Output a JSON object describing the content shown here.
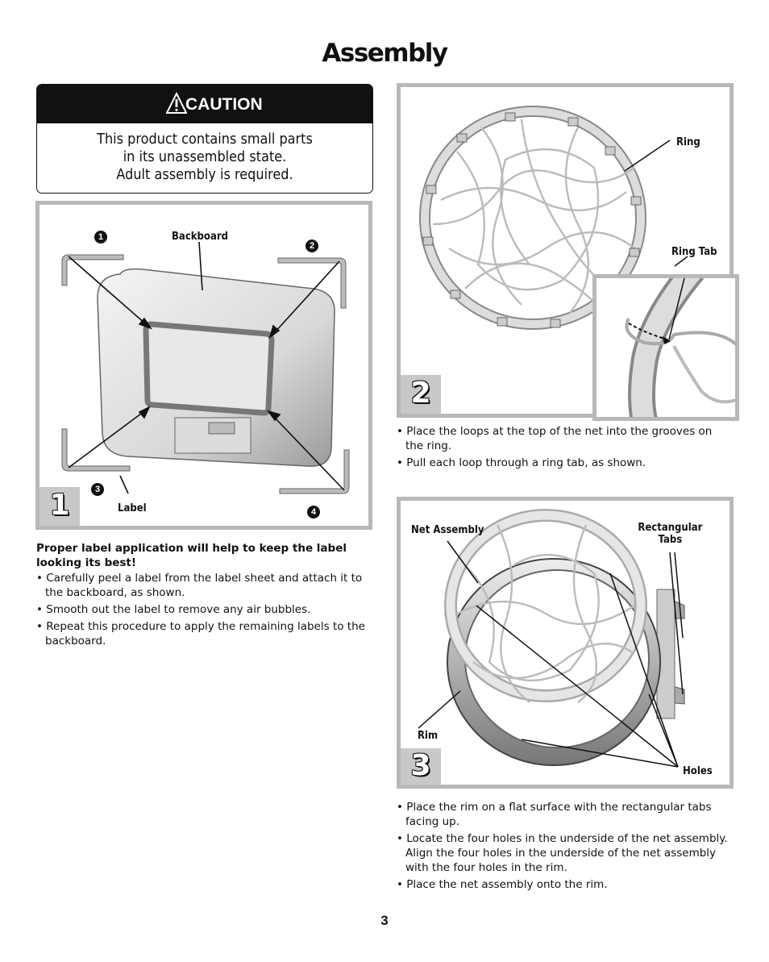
{
  "page": {
    "title": "Assembly",
    "page_number": "3"
  },
  "caution": {
    "heading": "CAUTION",
    "icon": "warning-triangle-icon",
    "lines": [
      "This product contains small parts",
      "in its unassembled state.",
      "Adult assembly is required."
    ]
  },
  "step1": {
    "number": "1",
    "labels": {
      "backboard": "Backboard",
      "label": "Label"
    },
    "markers": [
      "1",
      "2",
      "3",
      "4"
    ],
    "intro": "Proper label application will help to keep the label looking its best!",
    "bullets": [
      "• Carefully peel a label from the label sheet and attach it to the backboard, as shown.",
      "• Smooth out the label to remove any air bubbles.",
      "• Repeat this procedure to apply the remaining labels to the backboard."
    ]
  },
  "step2": {
    "number": "2",
    "labels": {
      "ring": "Ring",
      "ring_tab": "Ring Tab"
    },
    "bullets": [
      "• Place the loops at the top of the net into the grooves on the ring.",
      "• Pull each loop through a ring tab, as shown."
    ]
  },
  "step3": {
    "number": "3",
    "labels": {
      "net_assembly": "Net Assembly",
      "rectangular_tabs_1": "Rectangular",
      "rectangular_tabs_2": "Tabs",
      "rim": "Rim",
      "holes": "Holes"
    },
    "bullets": [
      "• Place the rim on a flat surface with the rectangular tabs facing up.",
      "• Locate the four holes in the underside of the net assembly. Align the four holes in the underside of the net assembly with the four holes in the rim.",
      "• Place the net assembly onto the rim."
    ]
  }
}
